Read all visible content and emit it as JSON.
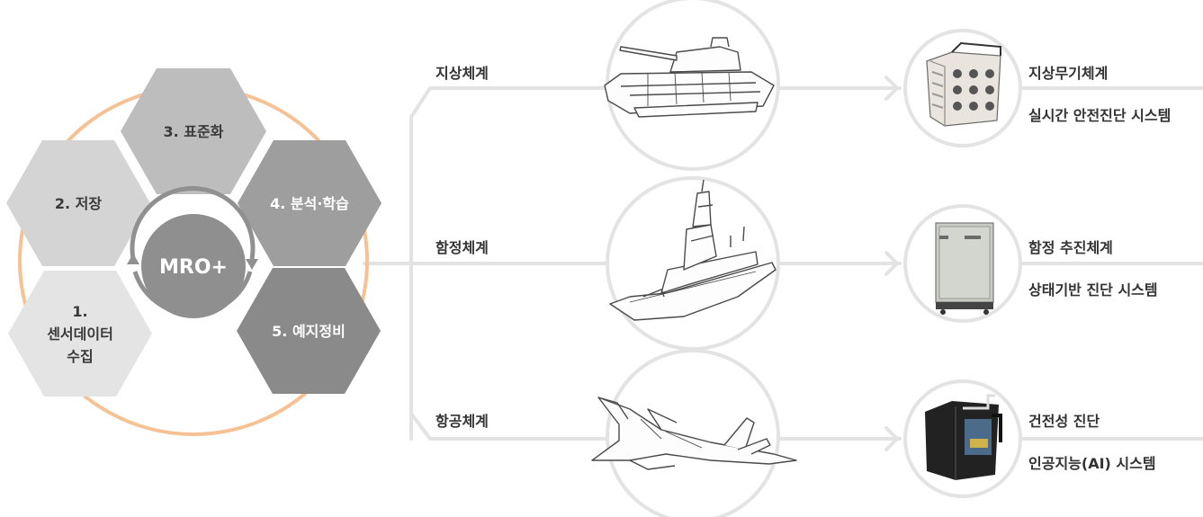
{
  "colors": {
    "orange_ring": "#f6c193",
    "hex_1": "#e4e4e4",
    "hex_2": "#d4d4d4",
    "hex_3": "#bdbdbd",
    "hex_4": "#9e9e9e",
    "hex_5": "#8a8a8a",
    "center": "#8f8f8f",
    "lines": "#e3e3e3"
  },
  "cycle": {
    "center_label": "MRO+",
    "steps": [
      {
        "label": "3. 표준화"
      },
      {
        "label": "2. 저장"
      },
      {
        "label": "4. 분석·학습"
      },
      {
        "label_lines": [
          "1.",
          "센서데이터",
          "수집"
        ]
      },
      {
        "label": "5. 예지정비"
      }
    ]
  },
  "branches": [
    {
      "label": "지상체계",
      "icon": "tank-icon",
      "system": {
        "icon": "ruggedized-server-icon",
        "line1": "지상무기체계",
        "line2": "실시간 안전진단 시스템"
      }
    },
    {
      "label": "함정체계",
      "icon": "warship-icon",
      "system": {
        "icon": "cabinet-icon",
        "line1": "함정 추진체계",
        "line2": "상태기반 진단 시스템"
      }
    },
    {
      "label": "항공체계",
      "icon": "fighter-jet-icon",
      "system": {
        "icon": "ai-computer-icon",
        "line1": "건전성 진단",
        "line2": "인공지능(AI) 시스템"
      }
    }
  ]
}
